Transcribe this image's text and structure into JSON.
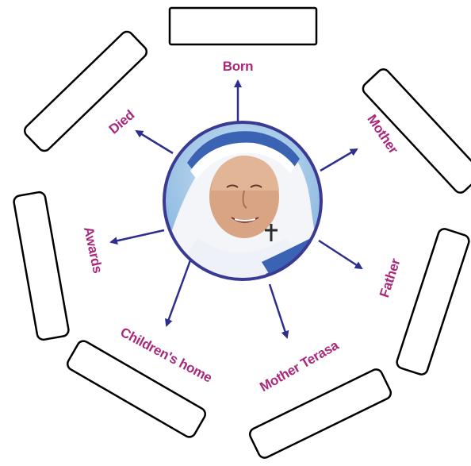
{
  "colors": {
    "label": "#a8287c",
    "arrow": "#2e2f8c",
    "portrait_border": "#3a3a93",
    "box_stroke": "#000000",
    "box_fill": "#ffffff"
  },
  "center": {
    "image": "portrait-photo",
    "label_icon": "portrait-of-woman-in-white-and-blue-sari"
  },
  "labels": {
    "born": "Born",
    "mother": "Mother",
    "father": "Father",
    "mother_terasa": "Mother Terasa",
    "childrens_home": "Children's home",
    "awards": "Awards",
    "died": "Died"
  },
  "answer_boxes": [
    {
      "value": ""
    },
    {
      "value": ""
    },
    {
      "value": ""
    },
    {
      "value": ""
    },
    {
      "value": ""
    },
    {
      "value": ""
    },
    {
      "value": ""
    }
  ]
}
